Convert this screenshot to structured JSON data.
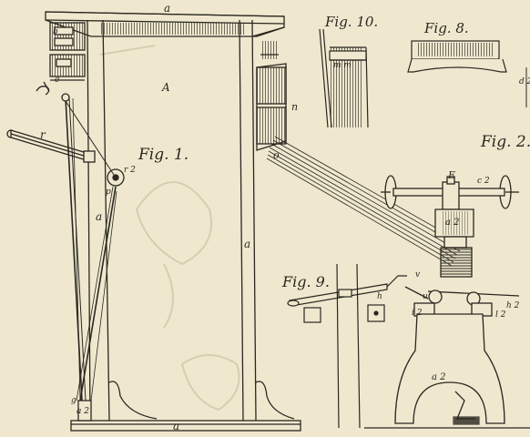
{
  "figures": {
    "fig1": "Fig. 1.",
    "fig2": "Fig. 2.",
    "fig8": "Fig. 8.",
    "fig9": "Fig. 9.",
    "fig10": "Fig. 10."
  },
  "labels": {
    "a_top": "a",
    "a_bottom": "a",
    "a_left_post": "a",
    "a_right_post": "a",
    "a_fig2_base": "a 2",
    "a2_left_foot": "a 2",
    "a2_fig2_block": "a 2",
    "A": "A",
    "b": "b",
    "n": "n",
    "o": "o",
    "r": "r",
    "r2": "r 2",
    "p": "p",
    "g": "g",
    "E": "E",
    "c2": "c 2",
    "m": "m",
    "m_fig10": "m m",
    "d2": "d 2",
    "h2": "h 2",
    "i2": "i 2",
    "l2": "l 2",
    "v": "v",
    "u": "u",
    "h": "h",
    "e": "e"
  },
  "colors": {
    "paper": "#efe8cf",
    "ink": "#2b2720",
    "ghost": "#cfc6a8"
  }
}
